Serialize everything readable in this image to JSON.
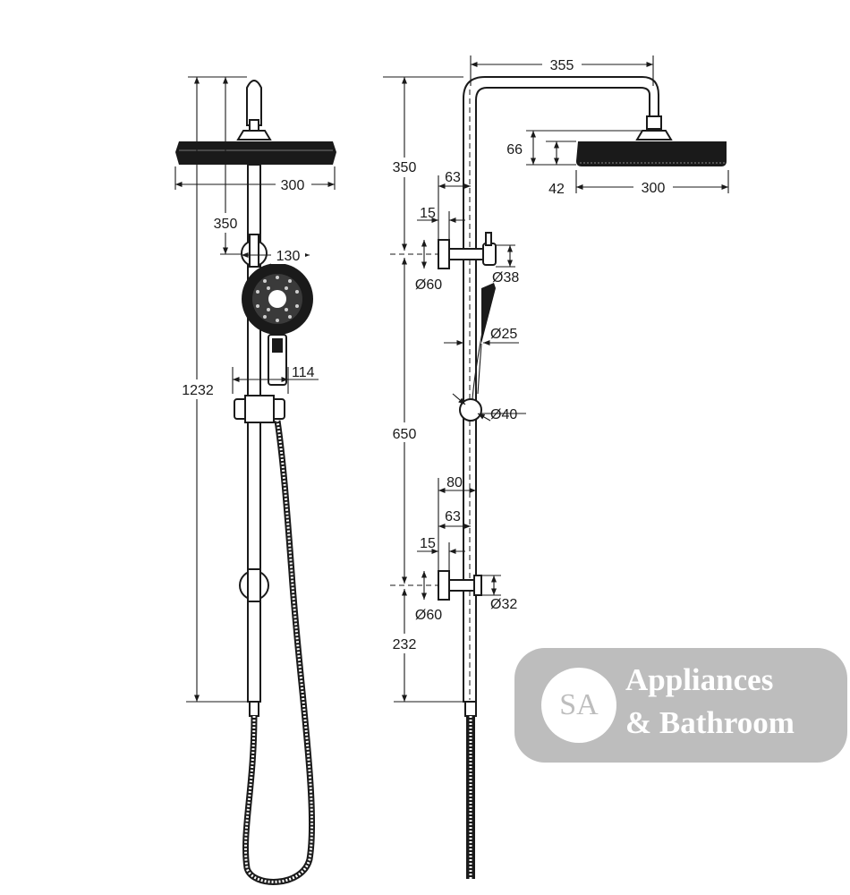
{
  "diagram": {
    "front_view": {
      "dims": {
        "shower_head_width": "300",
        "head_drop": "350",
        "hand_shower_width": "130",
        "hand_shower_offset": "114",
        "overall_height": "1232"
      }
    },
    "side_view": {
      "dims": {
        "arm_reach": "355",
        "head_height": "66",
        "head_thickness": "42",
        "shower_head_width": "300",
        "upper_section": "350",
        "bracket_depth_upper": "63",
        "bracket_wall_upper": "15",
        "bracket_plate_upper": "Ø60",
        "rail_clamp_upper": "Ø38",
        "hand_shower_handle": "Ø25",
        "diverter": "Ø40",
        "middle_section": "650",
        "bracket_depth_lower_total": "80",
        "bracket_depth_lower": "63",
        "bracket_wall_lower": "15",
        "bracket_plate_lower": "Ø60",
        "rail_clamp_lower": "Ø32",
        "lower_section": "232"
      }
    }
  },
  "watermark": {
    "monogram": "SA",
    "line1": "Appliances",
    "line2": "& Bathroom",
    "background": "#bdbdbd",
    "text_color": "#ffffff"
  }
}
